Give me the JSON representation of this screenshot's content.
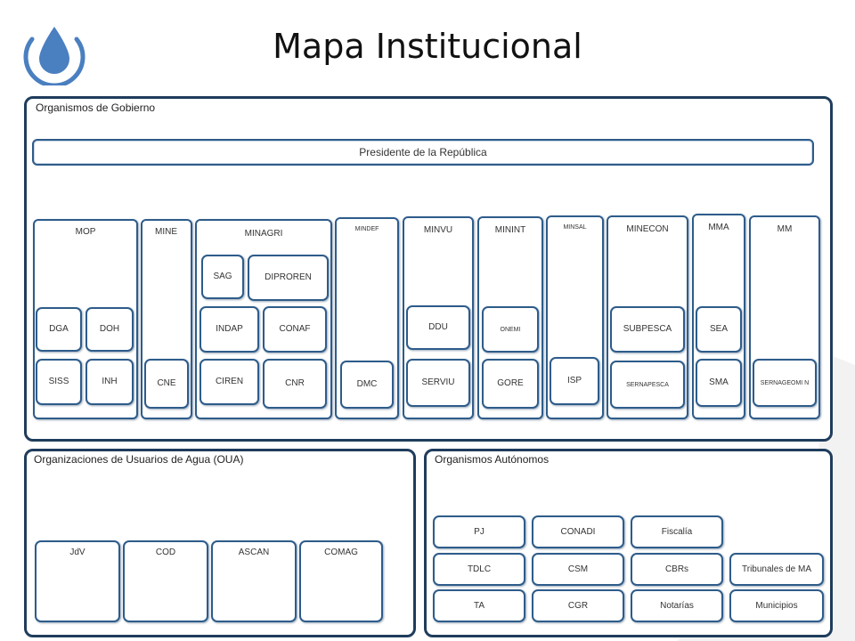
{
  "title": "Mapa Institucional",
  "colors": {
    "border": "#1f3d5c",
    "box_border": "#2e5c8a",
    "logo": "#4a7fc0"
  },
  "government": {
    "label": "Organismos de Gobierno",
    "president": "Presidente de la República",
    "columns": {
      "mop": "MOP",
      "mine": "MINE",
      "minagri": "MINAGRI",
      "mindef": "MINDEF",
      "minvu": "MINVU",
      "minint": "MININT",
      "minsal": "MINSAL",
      "minecon": "MINECON",
      "mma": "MMA",
      "mm": "MM"
    },
    "units": {
      "dga": "DGA",
      "doh": "DOH",
      "siss": "SISS",
      "inh": "INH",
      "cne": "CNE",
      "sag": "SAG",
      "diproren": "DIPROREN",
      "indap": "INDAP",
      "conaf": "CONAF",
      "ciren": "CIREN",
      "cnr": "CNR",
      "dmc": "DMC",
      "ddu": "DDU",
      "serviu": "SERVIU",
      "onemi": "ONEMI",
      "gore": "GORE",
      "isp": "ISP",
      "subpesca": "SUBPESCA",
      "sernapesca": "SERNAPESCA",
      "sea": "SEA",
      "sma": "SMA",
      "sernageomin": "SERNAGEOMI N"
    }
  },
  "oua": {
    "label": "Organizaciones de Usuarios de Agua (OUA)",
    "items": [
      "JdV",
      "COD",
      "ASCAN",
      "COMAG"
    ]
  },
  "autonomous": {
    "label": "Organismos Autónomos",
    "items": {
      "pj": "PJ",
      "conadi": "CONADI",
      "fiscalia": "Fiscalía",
      "tdlc": "TDLC",
      "csm": "CSM",
      "cbrs": "CBRs",
      "tribunales": "Tribunales de MA",
      "ta": "TA",
      "cgr": "CGR",
      "notarias": "Notarías",
      "municipios": "Municipios"
    }
  }
}
